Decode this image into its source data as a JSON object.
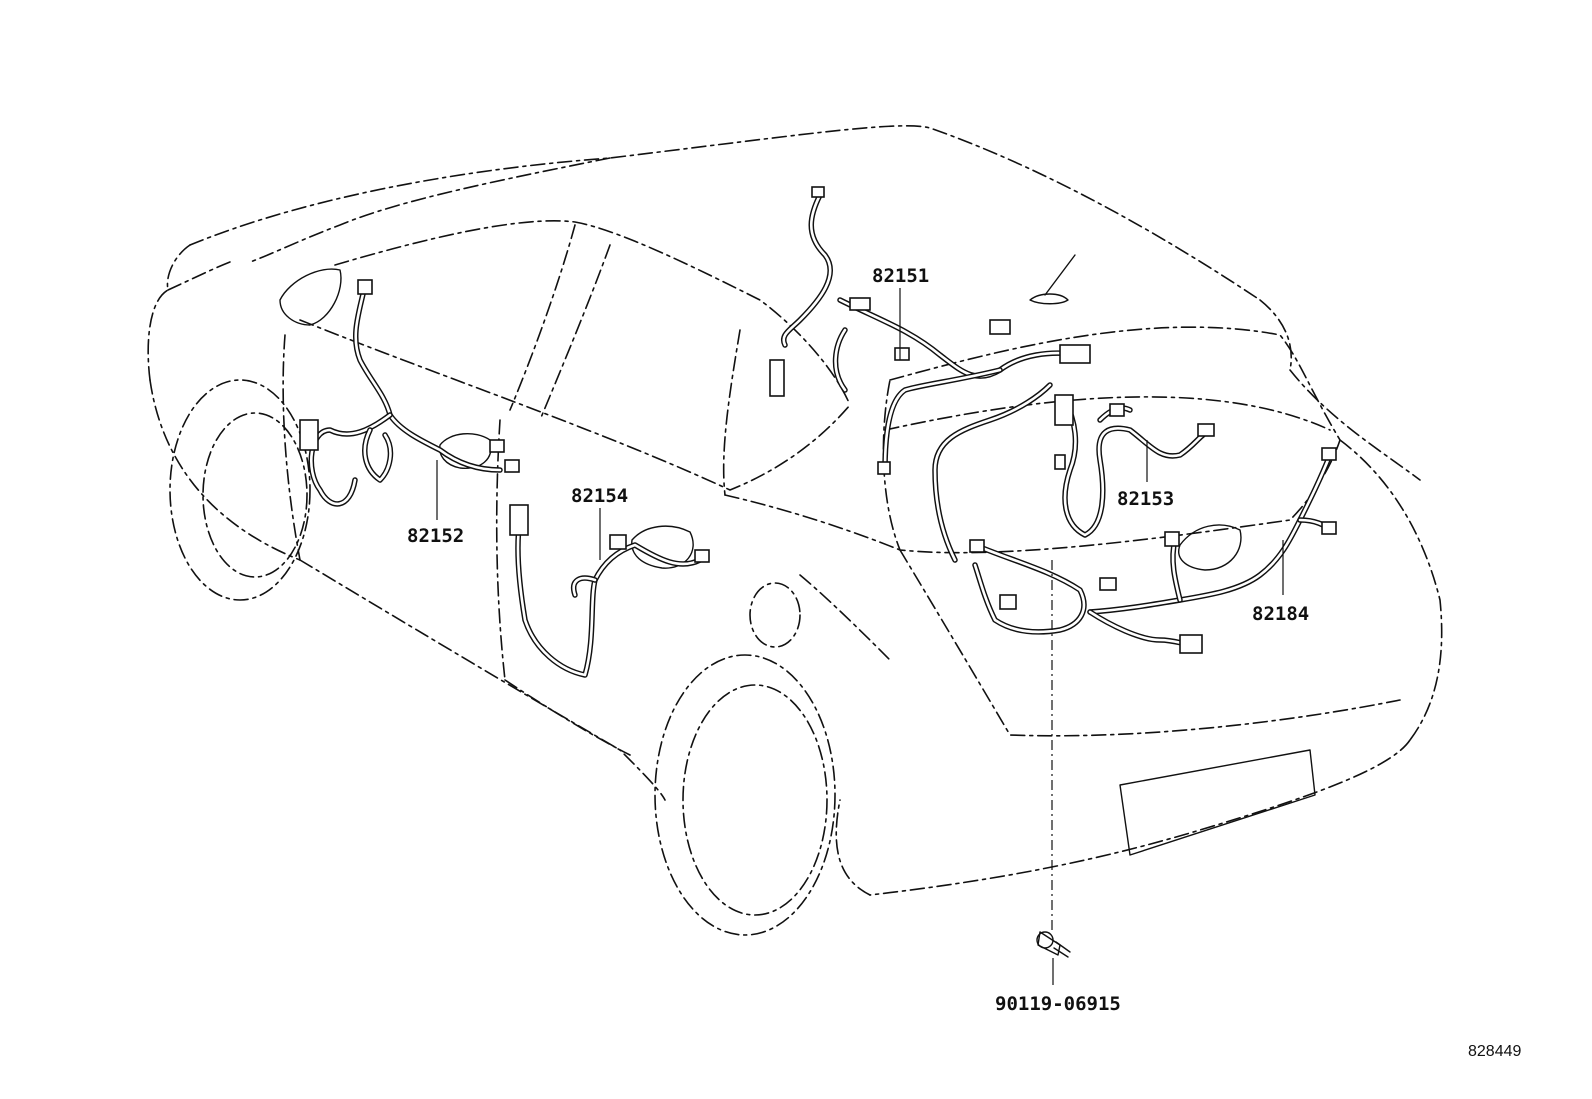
{
  "parts": [
    {
      "id": "p82151",
      "label": "82151"
    },
    {
      "id": "p82152",
      "label": "82152"
    },
    {
      "id": "p82153",
      "label": "82153"
    },
    {
      "id": "p82154",
      "label": "82154"
    },
    {
      "id": "p82184",
      "label": "82184"
    },
    {
      "id": "p90119",
      "label": "90119-06915"
    }
  ],
  "diagram_ref": "828449"
}
